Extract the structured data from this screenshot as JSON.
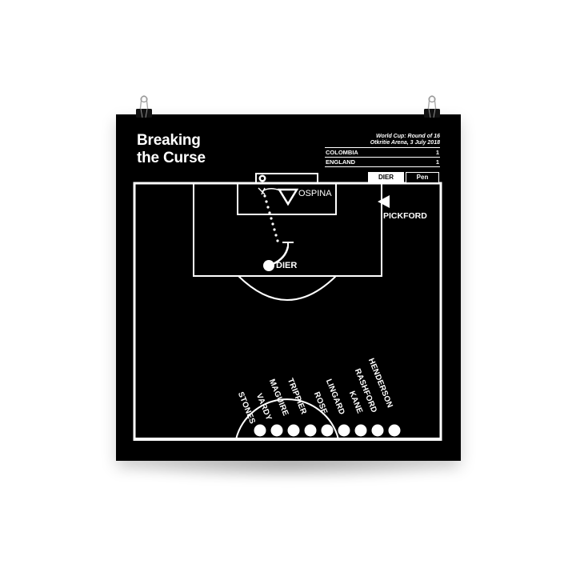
{
  "poster": {
    "title_line1": "Breaking",
    "title_line2": "the Curse",
    "competition": "World Cup: Round of 16",
    "venue_date": "Otkritie Arena, 3 July 2018",
    "colors": {
      "background": "#000000",
      "lines": "#ffffff",
      "wall": "#ffffff"
    }
  },
  "score": [
    {
      "team": "COLOMBIA",
      "goals": "1"
    },
    {
      "team": "ENGLAND",
      "goals": "1"
    }
  ],
  "event": {
    "player": "DIER",
    "type": "Pen"
  },
  "pitch": {
    "shooter": "DIER",
    "goalkeeper_opponent": "OSPINA",
    "goalkeeper_own": "PICKFORD"
  },
  "shootout_players": [
    "STONES",
    "VARDY",
    "MAGUIRE",
    "TRIPPIER",
    "ROSE",
    "LINGARD",
    "KANE",
    "RASHFORD",
    "HENDERSON"
  ],
  "icons": {
    "ball": "football-icon",
    "keeper_opponent": "triangle-down-icon",
    "keeper_own": "triangle-left-icon",
    "clips": "binder-clip-icon"
  }
}
